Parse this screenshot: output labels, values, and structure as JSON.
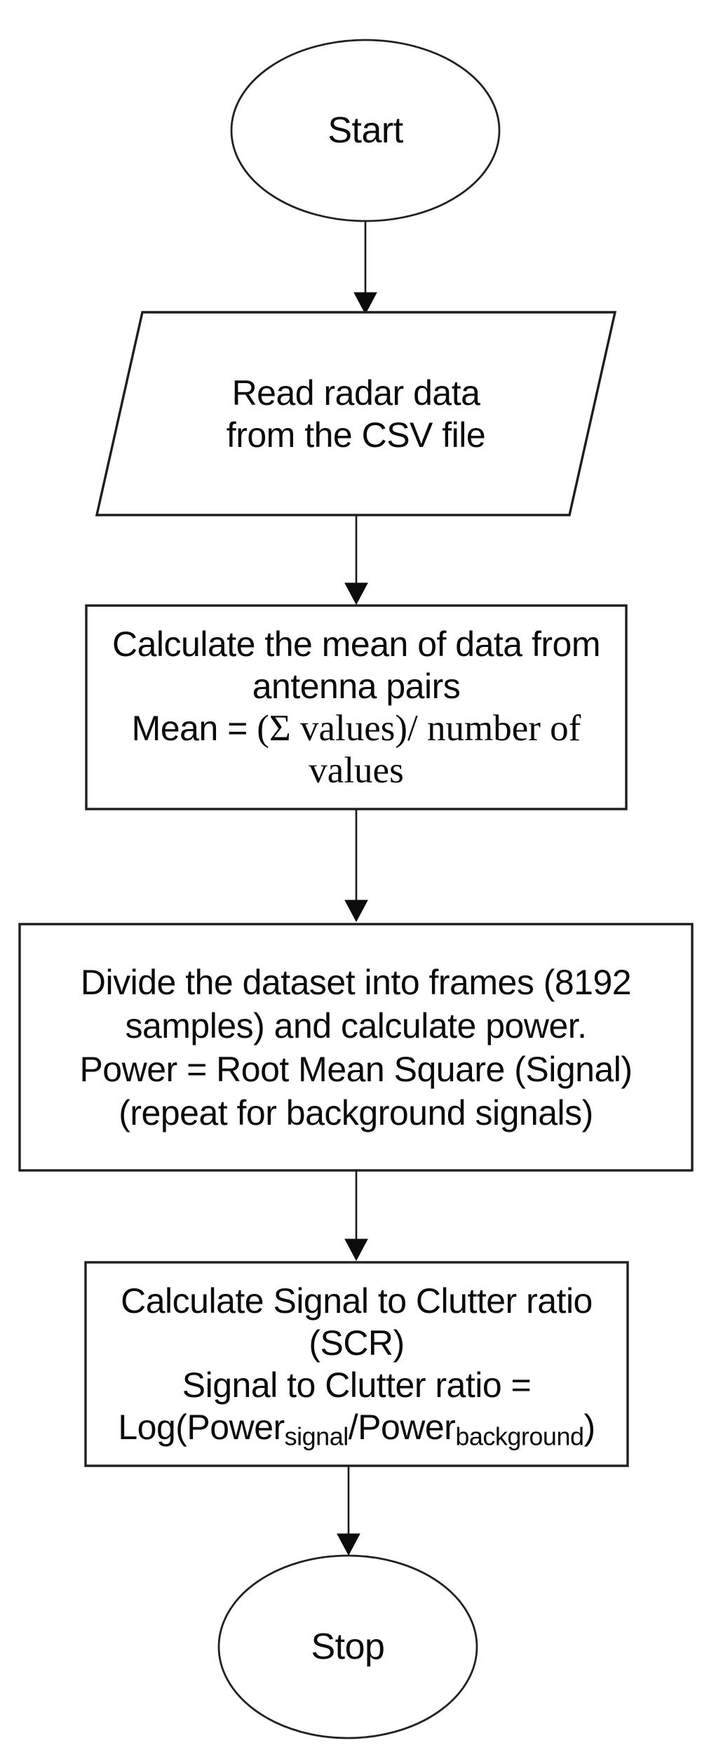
{
  "diagram": {
    "type": "flowchart",
    "colors": {
      "background": "#ffffff",
      "shape_stroke": "#1e1e1e",
      "arrow": "#0c0c0c",
      "text": "#0b0b0b"
    },
    "nodes": {
      "start": {
        "shape": "ellipse",
        "label": "Start"
      },
      "read_data": {
        "shape": "parallelogram",
        "lines": [
          "Read radar data",
          "from the CSV file"
        ]
      },
      "calc_mean": {
        "shape": "rectangle",
        "lines": [
          "Calculate the mean of data from",
          "antenna pairs"
        ],
        "formula_prefix": "Mean = ",
        "formula_line1": "(Σ values)/ number of",
        "formula_line2": "values"
      },
      "calc_power": {
        "shape": "rectangle",
        "lines": [
          "Divide the dataset into frames (8192",
          "samples) and calculate power.",
          "Power = Root Mean Square (Signal)",
          "(repeat for background signals)"
        ]
      },
      "calc_scr": {
        "shape": "rectangle",
        "lines": [
          "Calculate Signal to Clutter ratio",
          "(SCR)",
          "Signal to Clutter ratio ="
        ],
        "formula": {
          "prefix": "Log(Power",
          "subscript1": "signal",
          "middle": "/Power",
          "subscript2": "background",
          "suffix": ")"
        }
      },
      "stop": {
        "shape": "ellipse",
        "label": "Stop"
      }
    },
    "edges": [
      {
        "from": "start",
        "to": "read_data"
      },
      {
        "from": "read_data",
        "to": "calc_mean"
      },
      {
        "from": "calc_mean",
        "to": "calc_power"
      },
      {
        "from": "calc_power",
        "to": "calc_scr"
      },
      {
        "from": "calc_scr",
        "to": "stop"
      }
    ]
  }
}
